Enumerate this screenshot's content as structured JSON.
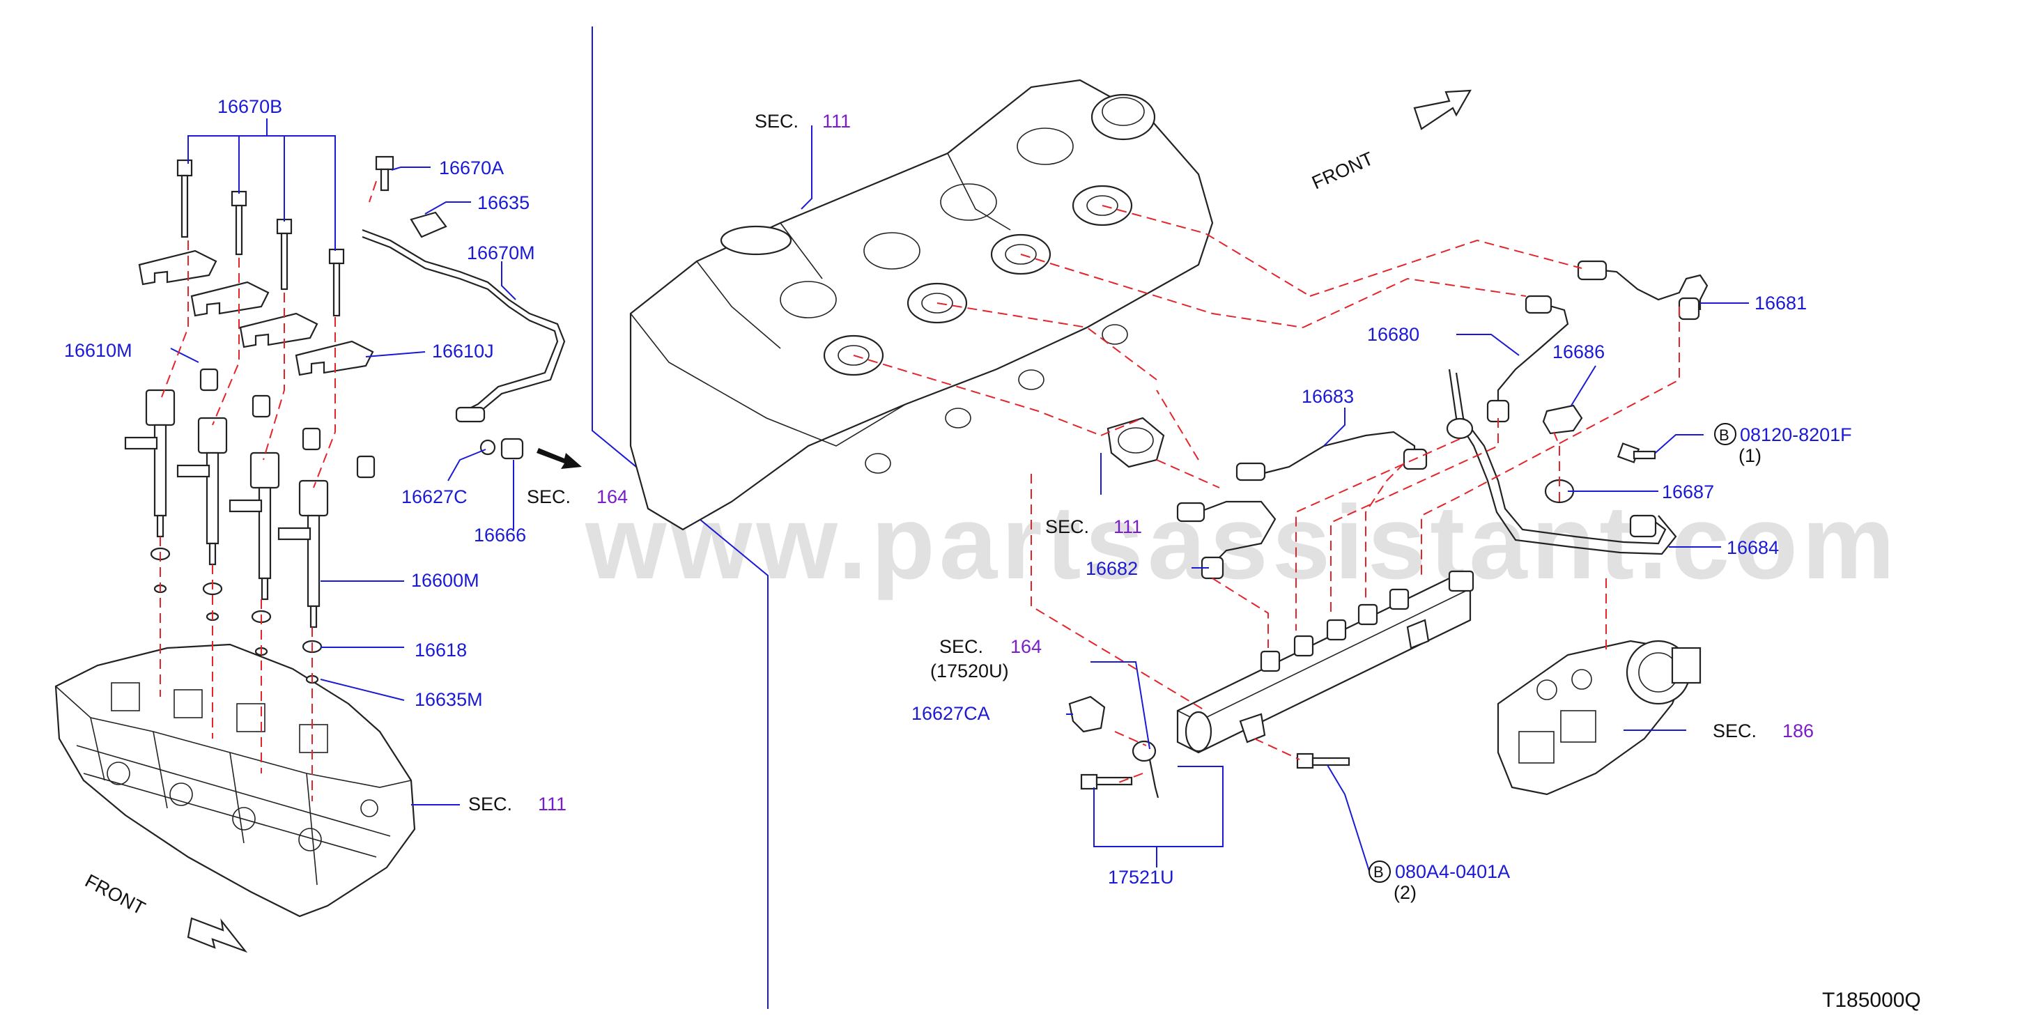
{
  "labels": {
    "p16670B": "16670B",
    "p16670A": "16670A",
    "p16635": "16635",
    "p16670M": "16670M",
    "p16610M": "16610M",
    "p16610J": "16610J",
    "p16627C": "16627C",
    "p16666": "16666",
    "sec": "SEC.",
    "sec164": "164",
    "p16600M": "16600M",
    "p16618": "16618",
    "p16635M": "16635M",
    "sec111": "111",
    "front": "FRONT",
    "p16681": "16681",
    "p16680": "16680",
    "p16686": "16686",
    "p16683": "16683",
    "bolt_b": "B",
    "p08120": "08120-8201F",
    "qty1": "(1)",
    "p16687": "16687",
    "p16684": "16684",
    "p16682": "16682",
    "p17520U": "(17520U)",
    "p16627CA": "16627CA",
    "sec186": "186",
    "p17521U": "17521U",
    "p080A4": "080A4-0401A",
    "qty2": "(2)",
    "diagram_id": "T185000Q",
    "watermark": "www.partsassistant.com"
  },
  "colors": {
    "part_number": "#1a1ad6",
    "section_number": "#7a1ccc",
    "leader_dashed": "#e3242b",
    "outline": "#222222",
    "watermark": "#c9c9c9"
  }
}
